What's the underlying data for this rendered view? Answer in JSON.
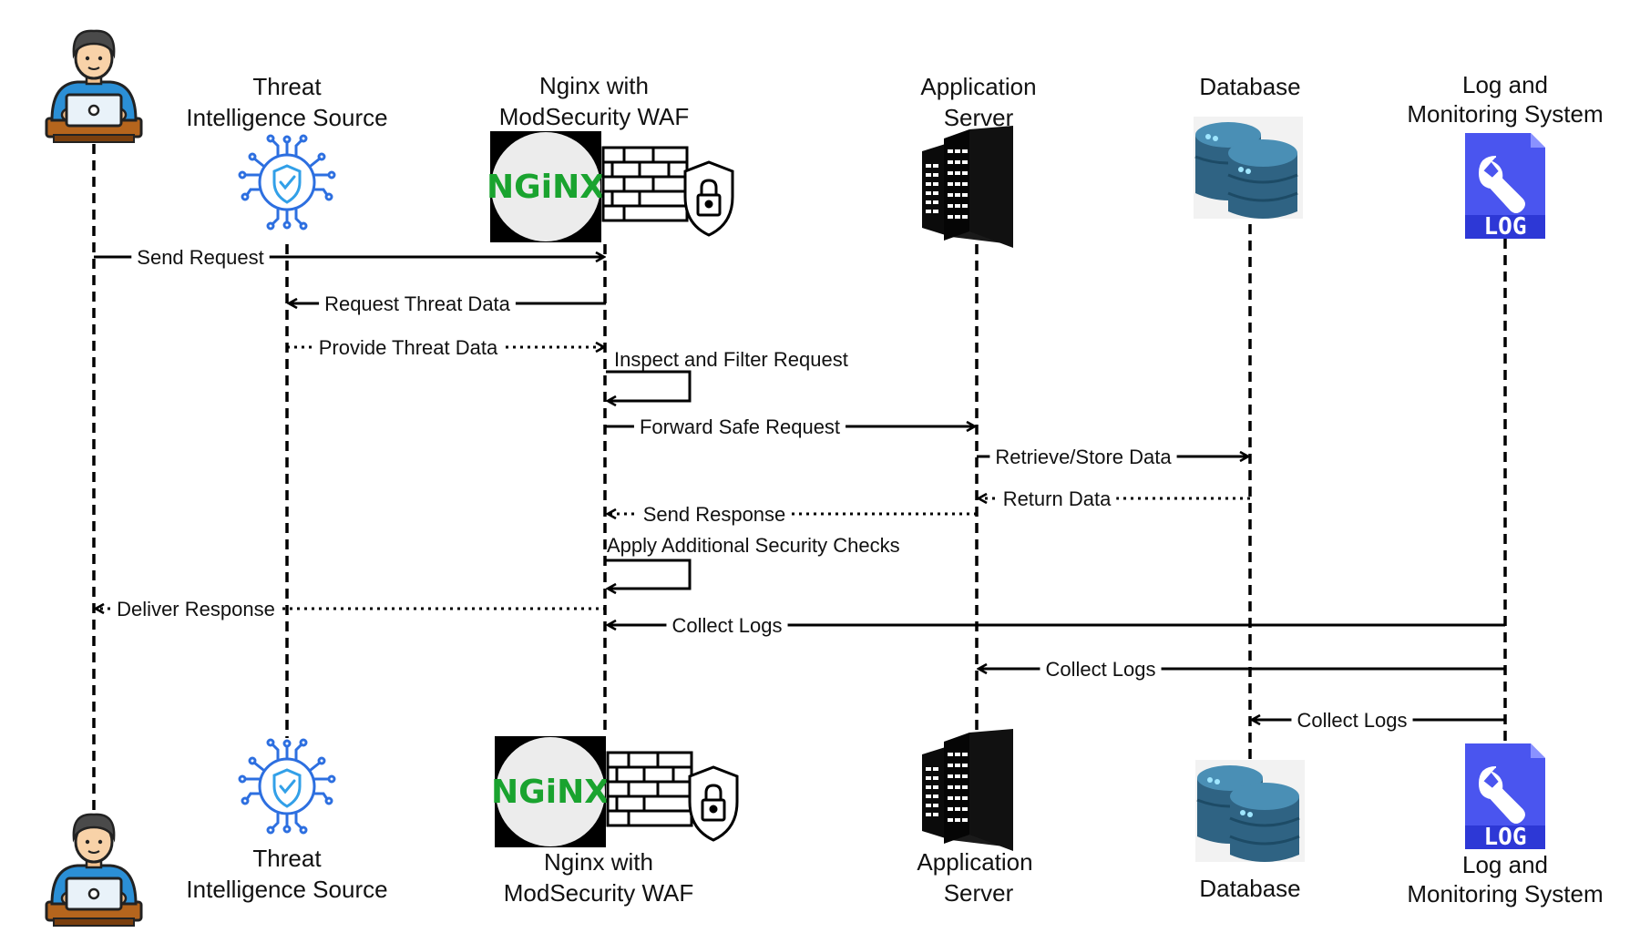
{
  "participants": {
    "user": {
      "icon": "user-at-laptop-icon"
    },
    "threat": {
      "label_line1": "Threat",
      "label_line2": "Intelligence Source",
      "icon": "shield-circuit-icon",
      "color": "#2d6fe0"
    },
    "nginx": {
      "label_line1": "Nginx with",
      "label_line2": "ModSecurity WAF",
      "icon": "nginx-firewall-icon",
      "logo_text": "NGiNX",
      "logo_color": "#1aa32f"
    },
    "app": {
      "label_line1": "Application",
      "label_line2": "Server",
      "icon": "server-rack-icon"
    },
    "db": {
      "label": "Database",
      "icon": "database-icon",
      "color": "#2f6383"
    },
    "log": {
      "label_line1": "Log and",
      "label_line2": "Monitoring System",
      "icon": "log-file-icon",
      "badge": "LOG",
      "color": "#4a55ef"
    }
  },
  "messages": [
    {
      "label": "Send Request",
      "style": "solid"
    },
    {
      "label": "Request Threat Data",
      "style": "solid"
    },
    {
      "label": "Provide Threat Data",
      "style": "dotted"
    },
    {
      "label": "Inspect and Filter Request",
      "style": "self"
    },
    {
      "label": "Forward Safe Request",
      "style": "solid"
    },
    {
      "label": "Retrieve/Store Data",
      "style": "solid"
    },
    {
      "label": "Return Data",
      "style": "dotted"
    },
    {
      "label": "Send Response",
      "style": "dotted"
    },
    {
      "label": "Apply Additional Security Checks",
      "style": "self"
    },
    {
      "label": "Deliver Response",
      "style": "dotted"
    },
    {
      "label": "Collect Logs",
      "style": "solid"
    },
    {
      "label": "Collect Logs",
      "style": "solid"
    },
    {
      "label": "Collect Logs",
      "style": "solid"
    }
  ]
}
